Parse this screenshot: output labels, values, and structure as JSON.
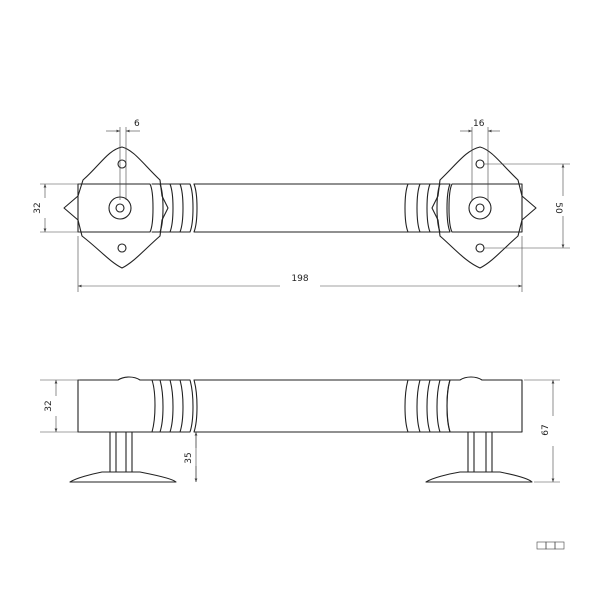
{
  "dimensions": {
    "top_hole_pitch_left": "6",
    "top_hole_pitch_right": "16",
    "top_handle_height": "32",
    "top_plate_height": "50",
    "top_overall_length": "198",
    "side_handle_height": "32",
    "side_post_height": "35",
    "side_overall_height": "67"
  },
  "colors": {
    "line": "#222222",
    "dimension": "#444444",
    "background": "#ffffff"
  }
}
